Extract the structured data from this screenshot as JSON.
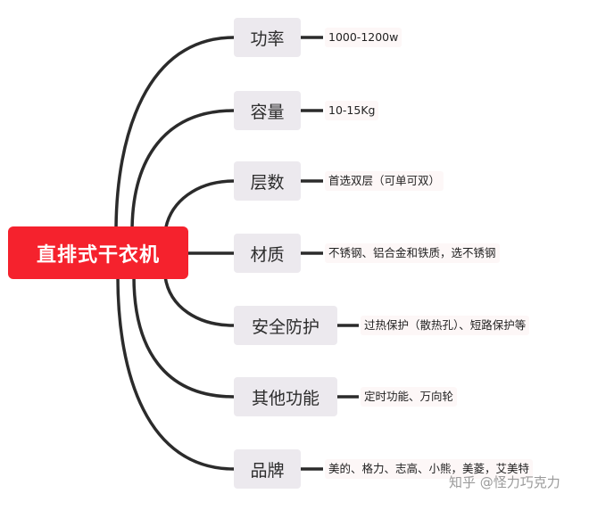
{
  "root": {
    "label": "直排式干衣机"
  },
  "branches": [
    {
      "label": "功率",
      "detail": "1000-1200w"
    },
    {
      "label": "容量",
      "detail": "10-15Kg"
    },
    {
      "label": "层数",
      "detail": "首选双层（可单可双）"
    },
    {
      "label": "材质",
      "detail": "不锈钢、铝合金和铁质，选不锈钢"
    },
    {
      "label": "安全防护",
      "detail": "过热保护（散热孔）、短路保护等"
    },
    {
      "label": "其他功能",
      "detail": "定时功能、万向轮"
    },
    {
      "label": "品牌",
      "detail": "美的、格力、志高、小熊，美菱，艾美特"
    }
  ],
  "watermark": "知乎 @怪力巧克力",
  "colors": {
    "root": "#f5222d",
    "branch": "#ece9ee",
    "line": "#2b2b2b"
  }
}
